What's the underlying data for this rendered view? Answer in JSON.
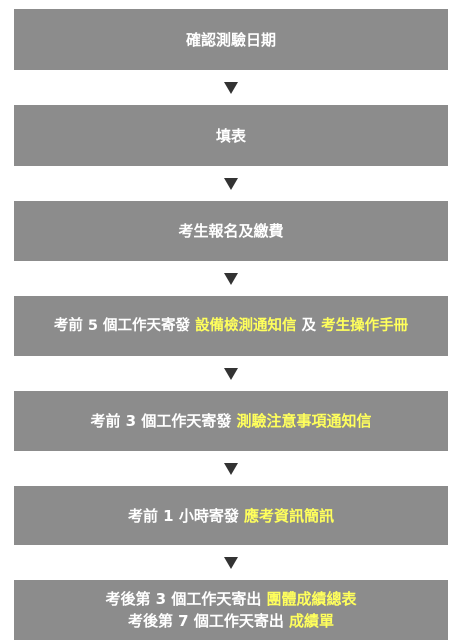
{
  "steps": [
    {
      "parts": [
        {
          "text": "確認測驗日期",
          "highlight": false
        }
      ]
    },
    {
      "parts": [
        {
          "text": "填表",
          "highlight": false
        }
      ]
    },
    {
      "parts": [
        {
          "text": "考生報名及繳費",
          "highlight": false
        }
      ]
    },
    {
      "parts": [
        {
          "text": "考前 5 個工作天寄發 ",
          "highlight": false
        },
        {
          "text": "設備檢測通知信",
          "highlight": true
        },
        {
          "text": " 及 ",
          "highlight": false
        },
        {
          "text": "考生操作手冊",
          "highlight": true
        }
      ]
    },
    {
      "parts": [
        {
          "text": "考前 3 個工作天寄發 ",
          "highlight": false
        },
        {
          "text": "測驗注意事項通知信",
          "highlight": true
        }
      ]
    },
    {
      "parts": [
        {
          "text": "考前 1 小時寄發 ",
          "highlight": false
        },
        {
          "text": "應考資訊簡訊",
          "highlight": true
        }
      ]
    },
    {
      "lines": [
        [
          {
            "text": "考後第 3 個工作天寄出 ",
            "highlight": false
          },
          {
            "text": "團體成績總表",
            "highlight": true
          }
        ],
        [
          {
            "text": "考後第 7 個工作天寄出 ",
            "highlight": false
          },
          {
            "text": "成績單",
            "highlight": true
          }
        ]
      ]
    }
  ],
  "colors": {
    "box": "#8c8c8c",
    "text": "#ffffff",
    "highlight": "#ffff5c",
    "arrow": "#333333"
  }
}
